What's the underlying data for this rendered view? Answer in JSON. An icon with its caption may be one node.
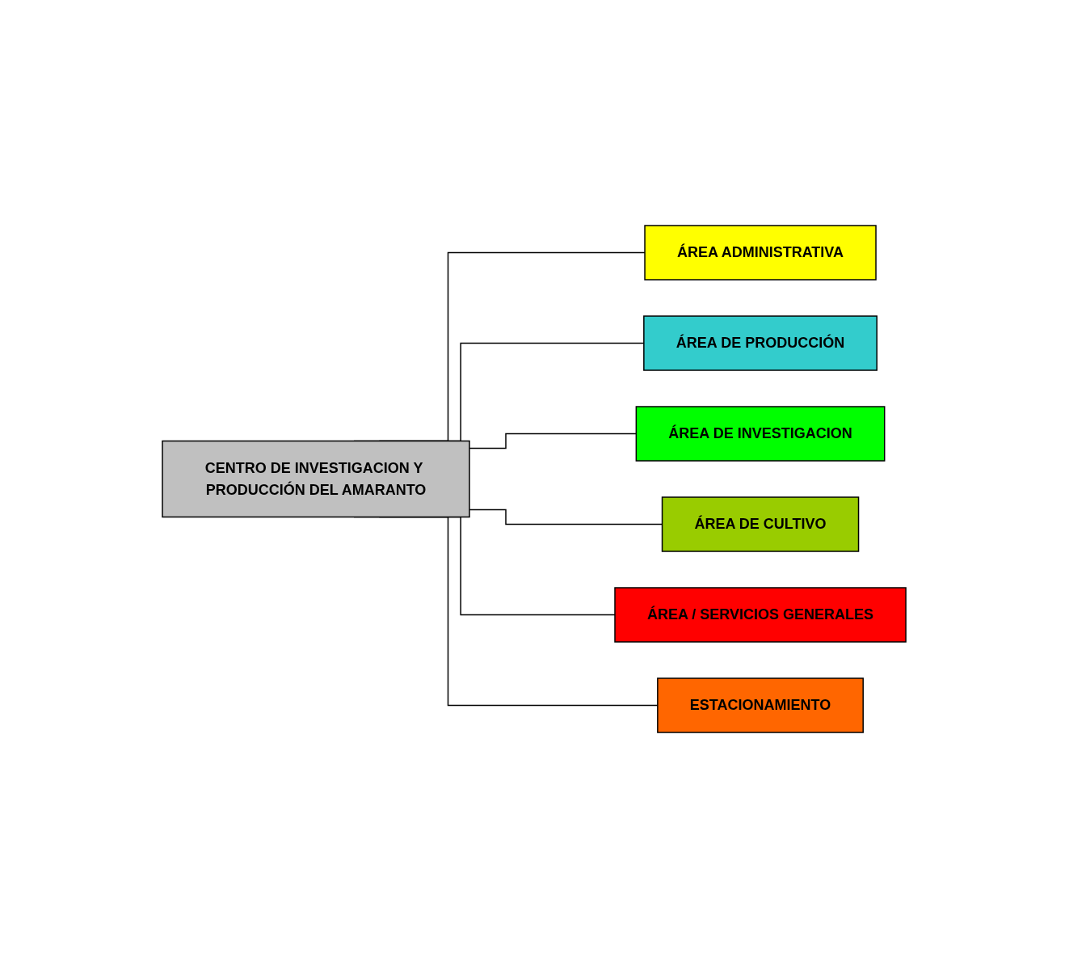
{
  "diagram": {
    "nodes": [
      {
        "text": [
          "CENTRO DE INVESTIGACION Y PRODUCCIÓN DEL AMARANTO"
        ]
      },
      {
        "text": [
          "ÁREA ADMINISTRATIVA"
        ]
      },
      {
        "text": [
          "ÁREA DE PRODUCCIÓN"
        ]
      },
      {
        "text": [
          "ÁREA DE INVESTIGACION"
        ]
      },
      {
        "text": [
          "ÁREA DE CULTIVO"
        ]
      },
      {
        "text": [
          "ÁREA / SERVICIOS GENERALES"
        ]
      },
      {
        "text": [
          "ESTACIONAMIENTO"
        ]
      }
    ],
    "edges": [
      {
        "from": 0,
        "to": 1,
        "arrow": "none"
      },
      {
        "from": 0,
        "to": 2,
        "arrow": "none"
      },
      {
        "from": 0,
        "to": 3,
        "arrow": "none"
      },
      {
        "from": 0,
        "to": 4,
        "arrow": "none"
      },
      {
        "from": 0,
        "to": 5,
        "arrow": "none"
      },
      {
        "from": 0,
        "to": 6,
        "arrow": "none"
      }
    ]
  }
}
